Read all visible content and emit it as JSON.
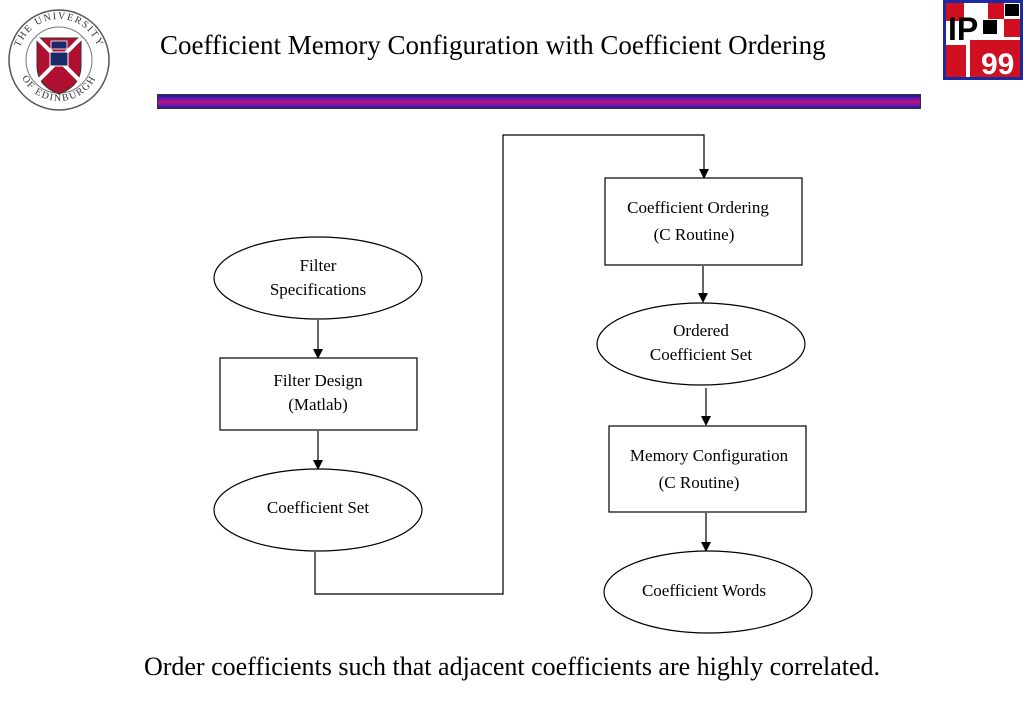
{
  "header": {
    "title": "Coefficient Memory Configuration with Coefficient Ordering",
    "university_logo_text": "THE UNIVERSITY OF EDINBURGH",
    "conference_logo_text_top": "IP",
    "conference_logo_text_bottom": "99"
  },
  "diagram": {
    "nodes": {
      "filter_specs": {
        "line1": "Filter",
        "line2": "Specifications"
      },
      "filter_design": {
        "line1": "Filter Design",
        "line2": "(Matlab)"
      },
      "coefficient_set": {
        "line1": "Coefficient Set"
      },
      "coefficient_ordering": {
        "line1": "Coefficient Ordering",
        "line2": "(C Routine)"
      },
      "ordered_set": {
        "line1": "Ordered",
        "line2": "Coefficient Set"
      },
      "memory_config": {
        "line1": "Memory Configuration",
        "line2": "(C Routine)"
      },
      "coefficient_words": {
        "line1": "Coefficient Words"
      }
    }
  },
  "caption": "Order coefficients such that adjacent coefficients are highly correlated.",
  "colors": {
    "bar_blue": "#1a1aa8",
    "bar_magenta": "#c4107a",
    "logo_red": "#b01030",
    "logo_navy": "#1a2a6a",
    "ip_red": "#d01020",
    "ip_blue": "#1a2aa0"
  }
}
